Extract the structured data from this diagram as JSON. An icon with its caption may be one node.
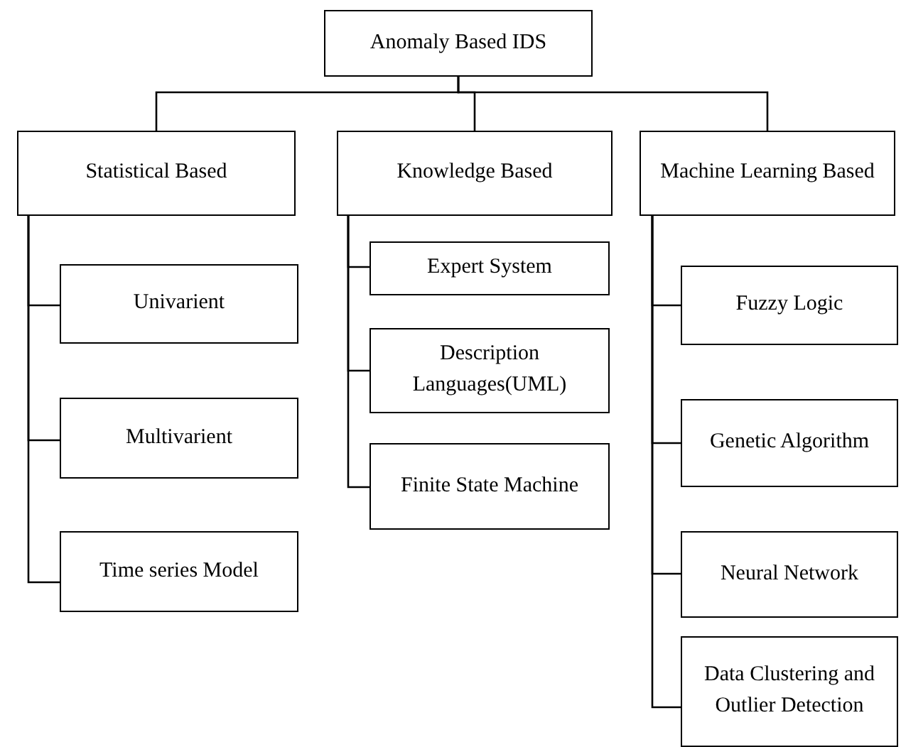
{
  "diagram": {
    "nodes": [
      {
        "text": [
          "Anomaly Based  IDS"
        ]
      },
      {
        "text": [
          "Statistical Based"
        ]
      },
      {
        "text": [
          "Knowledge Based"
        ]
      },
      {
        "text": [
          "Machine Learning Based"
        ]
      },
      {
        "text": [
          "Univarient"
        ]
      },
      {
        "text": [
          "Multivarient"
        ]
      },
      {
        "text": [
          "Time series Model"
        ]
      },
      {
        "text": [
          "Expert System"
        ]
      },
      {
        "text": [
          "Description Languages(UML)"
        ]
      },
      {
        "text": [
          "Finite State Machine"
        ]
      },
      {
        "text": [
          "Fuzzy Logic"
        ]
      },
      {
        "text": [
          "Genetic Algorithm"
        ]
      },
      {
        "text": [
          "Neural Network"
        ]
      },
      {
        "text": [
          "Data Clustering and Outlier Detection"
        ]
      }
    ],
    "edges": [
      {
        "from": 0,
        "to": 1,
        "arrow": "none"
      },
      {
        "from": 0,
        "to": 2,
        "arrow": "none"
      },
      {
        "from": 0,
        "to": 3,
        "arrow": "none"
      },
      {
        "from": 1,
        "to": 4,
        "arrow": "none"
      },
      {
        "from": 1,
        "to": 5,
        "arrow": "none"
      },
      {
        "from": 1,
        "to": 6,
        "arrow": "none"
      },
      {
        "from": 2,
        "to": 7,
        "arrow": "none"
      },
      {
        "from": 2,
        "to": 8,
        "arrow": "none"
      },
      {
        "from": 2,
        "to": 9,
        "arrow": "none"
      },
      {
        "from": 3,
        "to": 10,
        "arrow": "none"
      },
      {
        "from": 3,
        "to": 11,
        "arrow": "none"
      },
      {
        "from": 3,
        "to": 12,
        "arrow": "none"
      },
      {
        "from": 3,
        "to": 13,
        "arrow": "none"
      }
    ]
  }
}
